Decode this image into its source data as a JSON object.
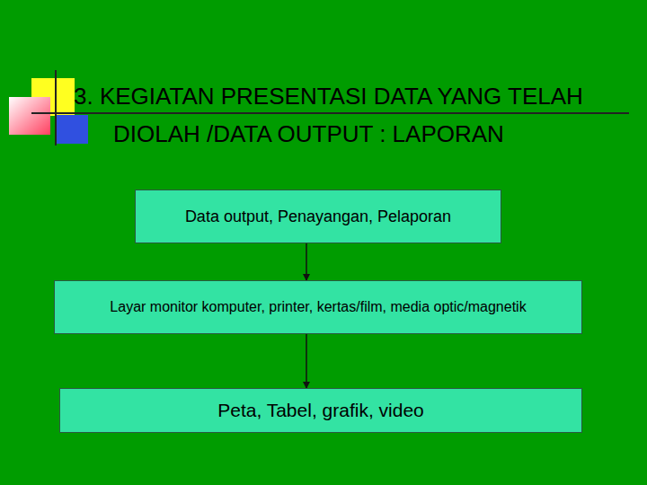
{
  "diagram": {
    "title": "3. KEGIATAN PRESENTASI DATA YANG TELAH DIOLAH /DATA OUTPUT : LAPORAN",
    "nodes": [
      {
        "text": [
          "Data output, Penayangan, Pelaporan"
        ]
      },
      {
        "text": [
          "Layar monitor komputer, printer, kertas/film, media optic/magnetik"
        ]
      },
      {
        "text": [
          "Peta, Tabel, grafik, video"
        ]
      }
    ],
    "edges": [
      {
        "from": 0,
        "to": 1,
        "arrow": "to"
      },
      {
        "from": 1,
        "to": 2,
        "arrow": "to"
      }
    ]
  }
}
